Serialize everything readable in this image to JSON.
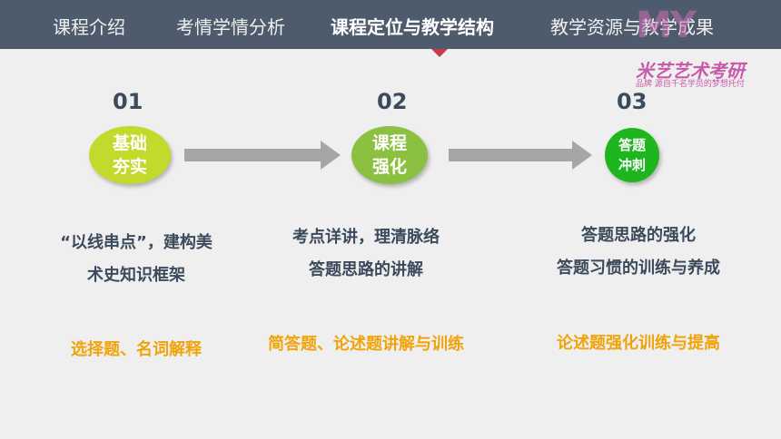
{
  "nav": {
    "tabs": [
      {
        "label": "课程介绍"
      },
      {
        "label": "考情学情分析"
      },
      {
        "label": "课程定位与教学结构"
      },
      {
        "label": "教学资源与教学成果"
      }
    ],
    "active_tab": "课程定位与教学结构"
  },
  "logo": {
    "mark": "MY",
    "name": "米艺艺术考研",
    "tagline": "品牌 源自千名学员的梦想托付"
  },
  "steps": [
    {
      "number": "01",
      "circle_line1": "基础",
      "circle_line2": "夯实",
      "desc_line1": "“以线串点”，建构美",
      "desc_line2": "术史知识框架",
      "topic": "选择题、名词解释"
    },
    {
      "number": "02",
      "circle_line1": "课程",
      "circle_line2": "强化",
      "desc_line1": "考点详讲，理清脉络",
      "desc_line2": "答题思路的讲解",
      "topic": "简答题、论述题讲解与训练"
    },
    {
      "number": "03",
      "circle_line1": "答题",
      "circle_line2": "冲刺",
      "desc_line1": "答题思路的强化",
      "desc_line2": "答题习惯的训练与养成",
      "topic": "论述题强化训练与提高"
    }
  ],
  "colors": {
    "nav_bg": "#4d5b6c",
    "accent": "#c83c49",
    "step1": "#c3d92b",
    "step2": "#8bc040",
    "step3": "#1fb51f",
    "topic_text": "#f0a30a",
    "body_text": "#3b4a5c"
  }
}
